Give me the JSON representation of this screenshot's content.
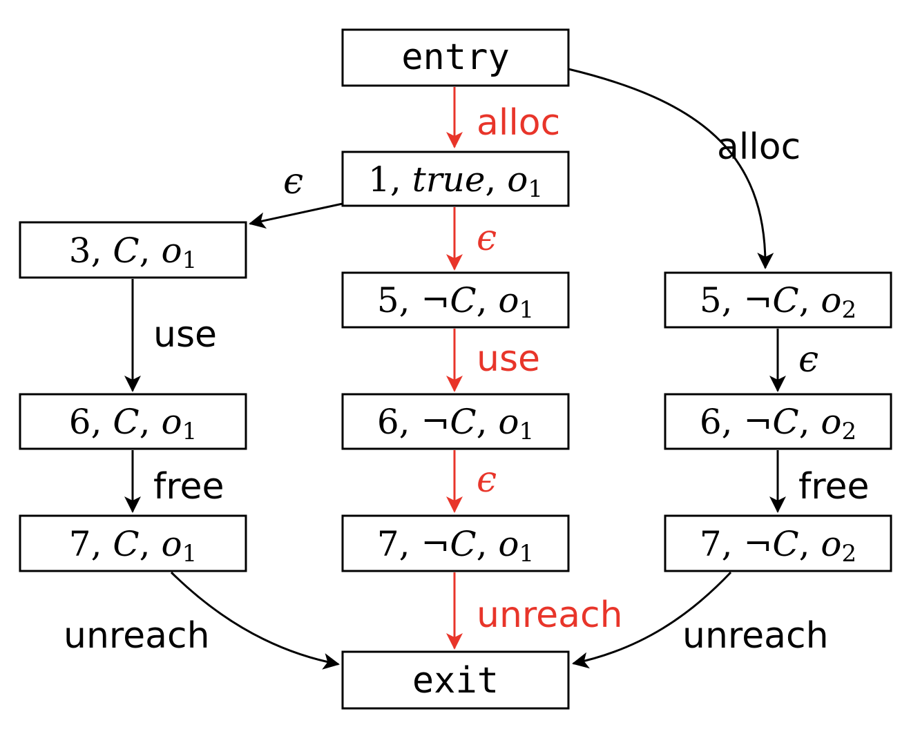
{
  "colors": {
    "default": "#000000",
    "highlight": "#e8352a"
  },
  "nodes": {
    "entry": "entry",
    "exit": "exit",
    "n1": {
      "num": "1",
      "cond": "true",
      "obj": "o",
      "sub": "1"
    },
    "l3": {
      "num": "3",
      "neg": "",
      "cond": "C",
      "obj": "o",
      "sub": "1"
    },
    "l6": {
      "num": "6",
      "neg": "",
      "cond": "C",
      "obj": "o",
      "sub": "1"
    },
    "l7": {
      "num": "7",
      "neg": "",
      "cond": "C",
      "obj": "o",
      "sub": "1"
    },
    "m5": {
      "num": "5",
      "neg": "¬",
      "cond": "C",
      "obj": "o",
      "sub": "1"
    },
    "m6": {
      "num": "6",
      "neg": "¬",
      "cond": "C",
      "obj": "o",
      "sub": "1"
    },
    "m7": {
      "num": "7",
      "neg": "¬",
      "cond": "C",
      "obj": "o",
      "sub": "1"
    },
    "r5": {
      "num": "5",
      "neg": "¬",
      "cond": "C",
      "obj": "o",
      "sub": "2"
    },
    "r6": {
      "num": "6",
      "neg": "¬",
      "cond": "C",
      "obj": "o",
      "sub": "2"
    },
    "r7": {
      "num": "7",
      "neg": "¬",
      "cond": "C",
      "obj": "o",
      "sub": "2"
    }
  },
  "edges": {
    "entry_n1": "alloc",
    "entry_r5": "alloc",
    "n1_l3": "ϵ",
    "n1_m5": "ϵ",
    "l3_l6": "use",
    "l6_l7": "free",
    "l7_exit": "unreach",
    "m5_m6": "use",
    "m6_m7": "ϵ",
    "m7_exit": "unreach",
    "r5_r6": "ϵ",
    "r6_r7": "free",
    "r7_exit": "unreach"
  }
}
